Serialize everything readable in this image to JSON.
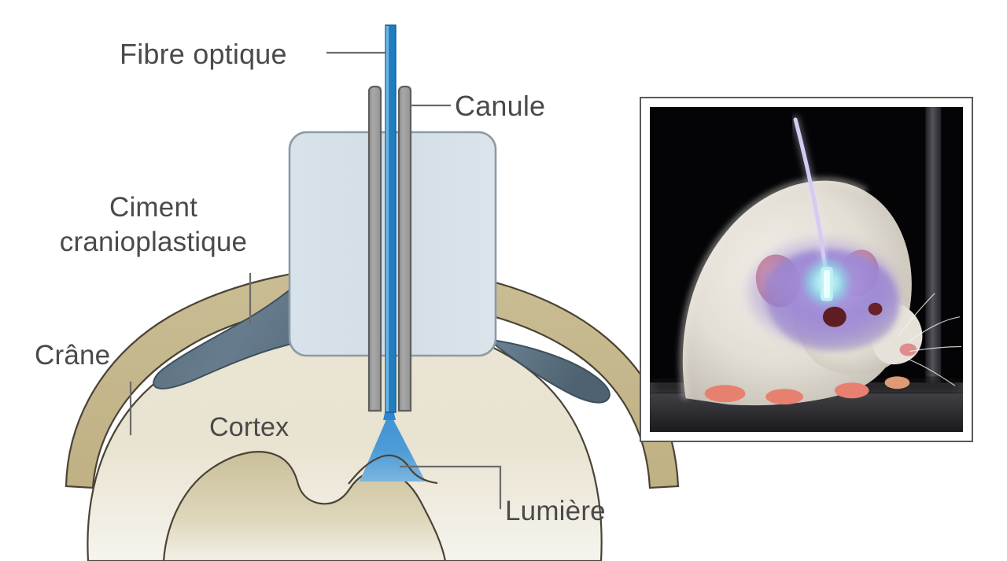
{
  "figure": {
    "title": "",
    "type": "annotated-anatomical-diagram",
    "language": "fr"
  },
  "labels": {
    "fibre_optique": "Fibre optique",
    "canule": "Canule",
    "ciment_line1": "Ciment",
    "ciment_line2": "cranioplastique",
    "crane": "Crâne",
    "cortex": "Cortex",
    "lumiere": "Lumière"
  },
  "colors": {
    "text": "#4a4a4a",
    "leader_line": "#6b6b6b",
    "fiber_core": "#1f7dc0",
    "fiber_highlight": "#6fb4e0",
    "cannula_gray": "#9b9b9b",
    "cannula_stroke": "#5e5e5e",
    "cement_block_fill": "#d4dfe8",
    "cement_block_stroke": "#8d9aa4",
    "cement_crown_fill": "#5f7585",
    "cement_crown_stroke": "#3f4f5c",
    "skull_fill": "#c5b88e",
    "skull_stroke": "#4a4336",
    "dura_white": "#ffffff",
    "cortex_fill": "#e9e3d2",
    "cortex_stroke": "#4a4336",
    "white_matter_fill": "#cfc5a2",
    "light_cone": "#4a9ad4",
    "photo_frame_border": "#595959",
    "photo_mat": "#ffffff",
    "photo_background": "#000000",
    "rat_fur": "#e6e1d8",
    "rat_head_violet": "#9b86d4",
    "fiber_patch_cord": "#cdc4ee",
    "connector_glow": "#9fe8ee",
    "paw_pink": "#e8806f"
  },
  "photo": {
    "subject": "white laboratory rat with implanted optical fiber",
    "alt": "Rat on dark background with a violet-illuminated head and a fiber optic patch cord attached to a cranial connector"
  },
  "annotations": [
    {
      "name": "fibre-optique",
      "target": "optical fiber rod above cannula"
    },
    {
      "name": "canule",
      "target": "guide cannula sleeve"
    },
    {
      "name": "ciment-cranioplastique",
      "target": "cranioplastic cement crown"
    },
    {
      "name": "crane",
      "target": "skull bone layer"
    },
    {
      "name": "cortex",
      "target": "cerebral cortex"
    },
    {
      "name": "lumiere",
      "target": "emitted light cone in tissue"
    }
  ]
}
